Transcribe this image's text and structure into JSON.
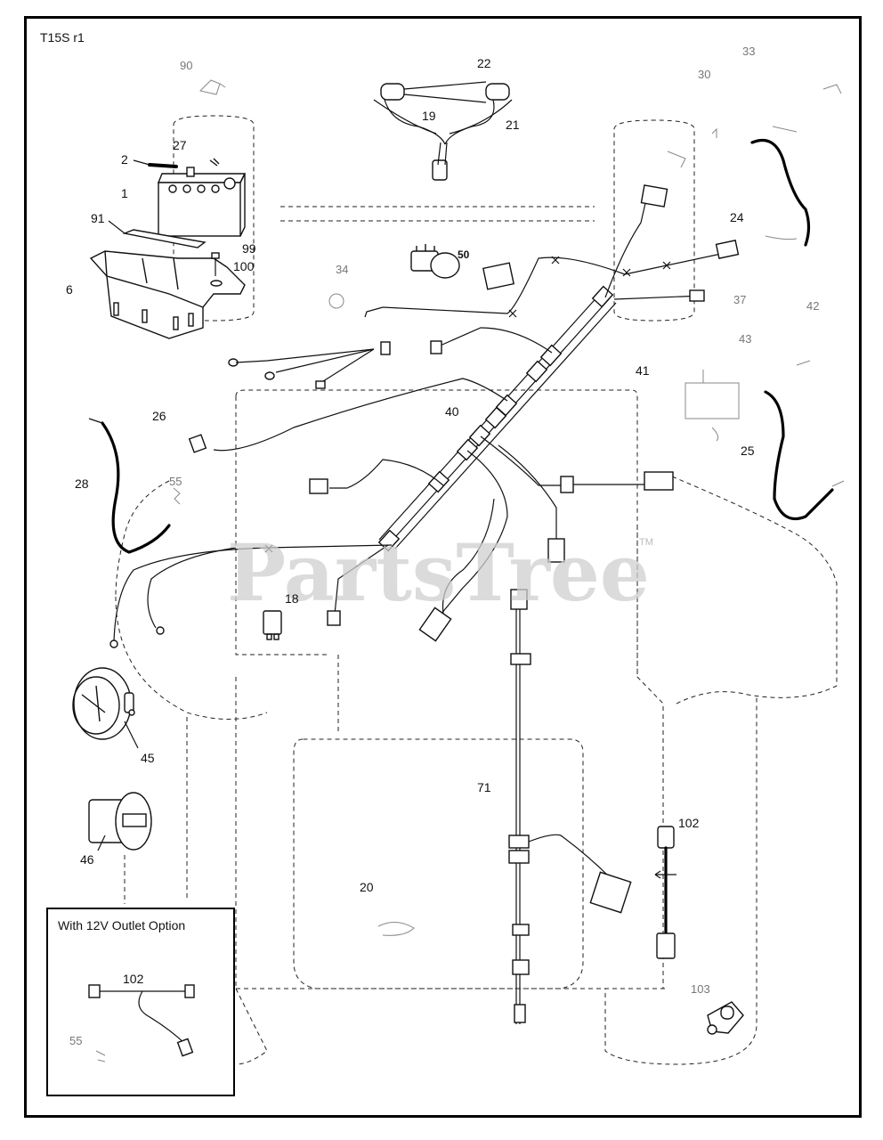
{
  "diagram_id": "T15S_r1",
  "diagram_code": "T15S r1",
  "watermark": "PartsTree",
  "watermark_tm": "TM",
  "inset": {
    "title": "With 12V Outlet Option",
    "labels": [
      "102",
      "55"
    ]
  },
  "callouts": [
    {
      "id": "c90",
      "text": "90"
    },
    {
      "id": "c22",
      "text": "22"
    },
    {
      "id": "c33",
      "text": "33"
    },
    {
      "id": "c30",
      "text": "30"
    },
    {
      "id": "c27",
      "text": "27"
    },
    {
      "id": "c19",
      "text": "19"
    },
    {
      "id": "c21",
      "text": "21"
    },
    {
      "id": "c2",
      "text": "2"
    },
    {
      "id": "c1",
      "text": "1"
    },
    {
      "id": "c91",
      "text": "91"
    },
    {
      "id": "c99",
      "text": "99"
    },
    {
      "id": "c100",
      "text": "100"
    },
    {
      "id": "c6",
      "text": "6"
    },
    {
      "id": "c24",
      "text": "24"
    },
    {
      "id": "c50",
      "text": "50"
    },
    {
      "id": "c34",
      "text": "34"
    },
    {
      "id": "c37",
      "text": "37"
    },
    {
      "id": "c42",
      "text": "42"
    },
    {
      "id": "c43",
      "text": "43"
    },
    {
      "id": "c41",
      "text": "41"
    },
    {
      "id": "c40",
      "text": "40"
    },
    {
      "id": "c26",
      "text": "26"
    },
    {
      "id": "c25",
      "text": "25"
    },
    {
      "id": "c28",
      "text": "28"
    },
    {
      "id": "c55",
      "text": "55"
    },
    {
      "id": "c18",
      "text": "18"
    },
    {
      "id": "c45",
      "text": "45"
    },
    {
      "id": "c71",
      "text": "71"
    },
    {
      "id": "c102",
      "text": "102"
    },
    {
      "id": "c46",
      "text": "46"
    },
    {
      "id": "c20",
      "text": "20"
    },
    {
      "id": "c103",
      "text": "103"
    }
  ]
}
